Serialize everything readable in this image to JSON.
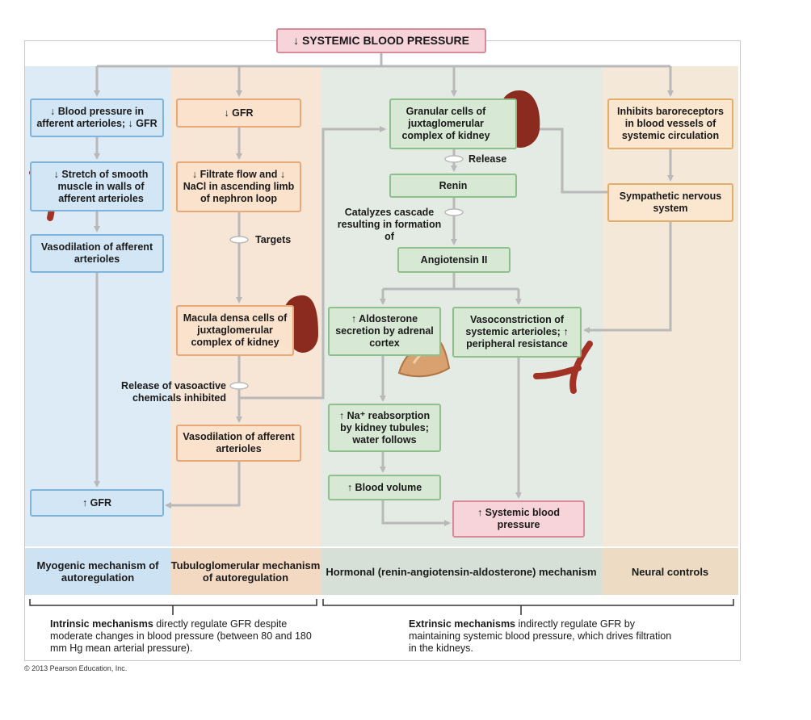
{
  "title": "↓ SYSTEMIC BLOOD PRESSURE",
  "colors": {
    "arrow": "#b9b9b9",
    "blue": "#7fb3da",
    "orange": "#e8a877",
    "green": "#8fbf8a",
    "pink": "#d98a9a"
  },
  "myogenic": {
    "box1": "↓ Blood pressure in afferent arterioles; ↓ GFR",
    "box2": "↓ Stretch of smooth muscle in walls of afferent arterioles",
    "box3": "Vasodilation of afferent arterioles",
    "result": "↑ GFR",
    "header": "Myogenic mechanism of autoregulation"
  },
  "tubulo": {
    "box1": "↓ GFR",
    "box2": "↓ Filtrate flow and ↓ NaCl in ascending limb of nephron loop",
    "targets": "Targets",
    "box3": "Macula densa cells of juxtaglomerular complex of kidney",
    "release_label": "Release of vasoactive chemicals inhibited",
    "box4": "Vasodilation of afferent arterioles",
    "header": "Tubuloglomerular mechanism of autoregulation"
  },
  "hormonal": {
    "granular": "Granular cells of juxtaglomerular complex of kidney",
    "release": "Release",
    "renin": "Renin",
    "cascade": "Catalyzes cascade resulting in formation of",
    "angiotensin": "Angiotensin II",
    "aldosterone": "↑ Aldosterone secretion by adrenal cortex",
    "vasoconstriction": "Vasoconstriction of systemic arterioles; ↑ peripheral resistance",
    "na_reabsorption": "↑ Na⁺ reabsorption by kidney tubules; water follows",
    "blood_volume": "↑ Blood volume",
    "result": "↑ Systemic blood pressure",
    "header": "Hormonal (renin-angiotensin-aldosterone) mechanism"
  },
  "neural": {
    "box1": "Inhibits baroreceptors in blood vessels of systemic circulation",
    "box2": "Sympathetic nervous system",
    "header": "Neural controls"
  },
  "footer": {
    "intrinsic_bold": "Intrinsic mechanisms",
    "intrinsic_text": " directly regulate GFR despite moderate changes in blood pressure (between 80 and 180 mm Hg mean arterial pressure).",
    "extrinsic_bold": "Extrinsic mechanisms",
    "extrinsic_text": " indirectly regulate GFR by maintaining systemic blood pressure, which drives filtration in the kidneys."
  },
  "copyright": "© 2013 Pearson Education, Inc."
}
